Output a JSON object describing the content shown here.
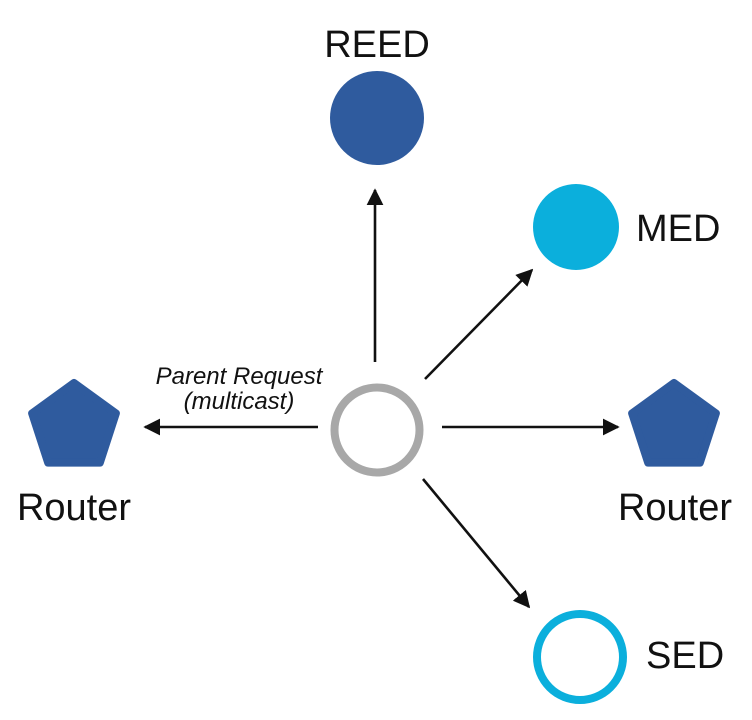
{
  "diagram": {
    "annotation": {
      "line1": "Parent Request",
      "line2": "(multicast)"
    },
    "nodes": {
      "reed": {
        "label": "REED",
        "shape": "filled-circle",
        "fill": "#2F5B9E"
      },
      "med": {
        "label": "MED",
        "shape": "filled-circle",
        "fill": "#0BAFDC"
      },
      "sed": {
        "label": "SED",
        "shape": "outline-circle",
        "stroke": "#0BAFDC",
        "fill": "#FFFFFF"
      },
      "center": {
        "label": "",
        "shape": "outline-circle",
        "stroke": "#A8A8A8",
        "fill": "#FFFFFF"
      },
      "router_left": {
        "label": "Router",
        "shape": "pentagon",
        "fill": "#2F5B9E"
      },
      "router_right": {
        "label": "Router",
        "shape": "pentagon",
        "fill": "#2F5B9E"
      }
    },
    "colors": {
      "arrow": "#111111",
      "text": "#111111",
      "background": "#FFFFFF"
    }
  }
}
